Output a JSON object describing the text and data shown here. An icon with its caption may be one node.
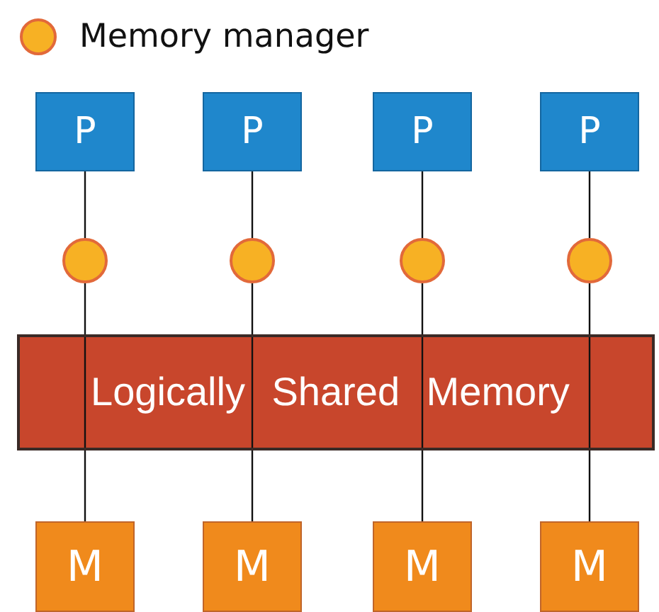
{
  "diagram": {
    "nodes": [
      {
        "text": [
          "P"
        ]
      },
      {
        "text": [
          "P"
        ]
      },
      {
        "text": [
          "P"
        ]
      },
      {
        "text": [
          "P"
        ]
      },
      {
        "text": [],
        "shape": "circle"
      },
      {
        "text": [],
        "shape": "circle"
      },
      {
        "text": [],
        "shape": "circle"
      },
      {
        "text": [],
        "shape": "circle"
      },
      {
        "text": [
          "Logically Shared Memory"
        ]
      },
      {
        "text": [
          "M"
        ]
      },
      {
        "text": [
          "M"
        ]
      },
      {
        "text": [
          "M"
        ]
      },
      {
        "text": [
          "M"
        ]
      }
    ],
    "edges": [
      {
        "from": 0,
        "to": 4,
        "arrow": "none"
      },
      {
        "from": 1,
        "to": 5,
        "arrow": "none"
      },
      {
        "from": 2,
        "to": 6,
        "arrow": "none"
      },
      {
        "from": 3,
        "to": 7,
        "arrow": "none"
      },
      {
        "from": 4,
        "to": 8,
        "arrow": "none"
      },
      {
        "from": 5,
        "to": 8,
        "arrow": "none"
      },
      {
        "from": 6,
        "to": 8,
        "arrow": "none"
      },
      {
        "from": 7,
        "to": 8,
        "arrow": "none"
      },
      {
        "from": 8,
        "to": 9,
        "arrow": "none"
      },
      {
        "from": 8,
        "to": 10,
        "arrow": "none"
      },
      {
        "from": 8,
        "to": 11,
        "arrow": "none"
      },
      {
        "from": 8,
        "to": 12,
        "arrow": "none"
      }
    ],
    "legend": [
      {
        "text": "Memory manager",
        "color": "#f7b124"
      }
    ]
  }
}
